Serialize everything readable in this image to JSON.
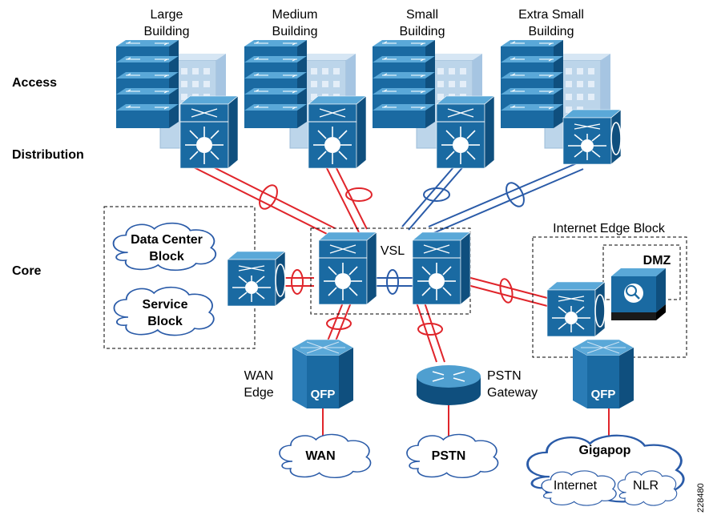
{
  "layers": {
    "access": "Access",
    "distribution": "Distribution",
    "core": "Core"
  },
  "buildings": [
    {
      "line1": "Large",
      "line2": "Building"
    },
    {
      "line1": "Medium",
      "line2": "Building"
    },
    {
      "line1": "Small",
      "line2": "Building"
    },
    {
      "line1": "Extra Small",
      "line2": "Building"
    }
  ],
  "core_blocks": {
    "data_center_1": "Data Center",
    "data_center_2": "Block",
    "service_1": "Service",
    "service_2": "Block",
    "vsl": "VSL",
    "internet_edge": "Internet Edge Block",
    "dmz": "DMZ"
  },
  "edge": {
    "wan_edge_1": "WAN",
    "wan_edge_2": "Edge",
    "qfp": "QFP",
    "pstn_gateway_1": "PSTN",
    "pstn_gateway_2": "Gateway"
  },
  "clouds": {
    "wan": "WAN",
    "pstn": "PSTN",
    "gigapop": "Gigapop",
    "internet": "Internet",
    "nlr": "NLR"
  },
  "figure_id": "228480",
  "colors": {
    "red_link": "#e0252b",
    "blue_link": "#2a5ba8",
    "device_blue": "#1d6fa5",
    "device_light": "#4f9fd0",
    "building_blue": "#b9d3ea"
  }
}
